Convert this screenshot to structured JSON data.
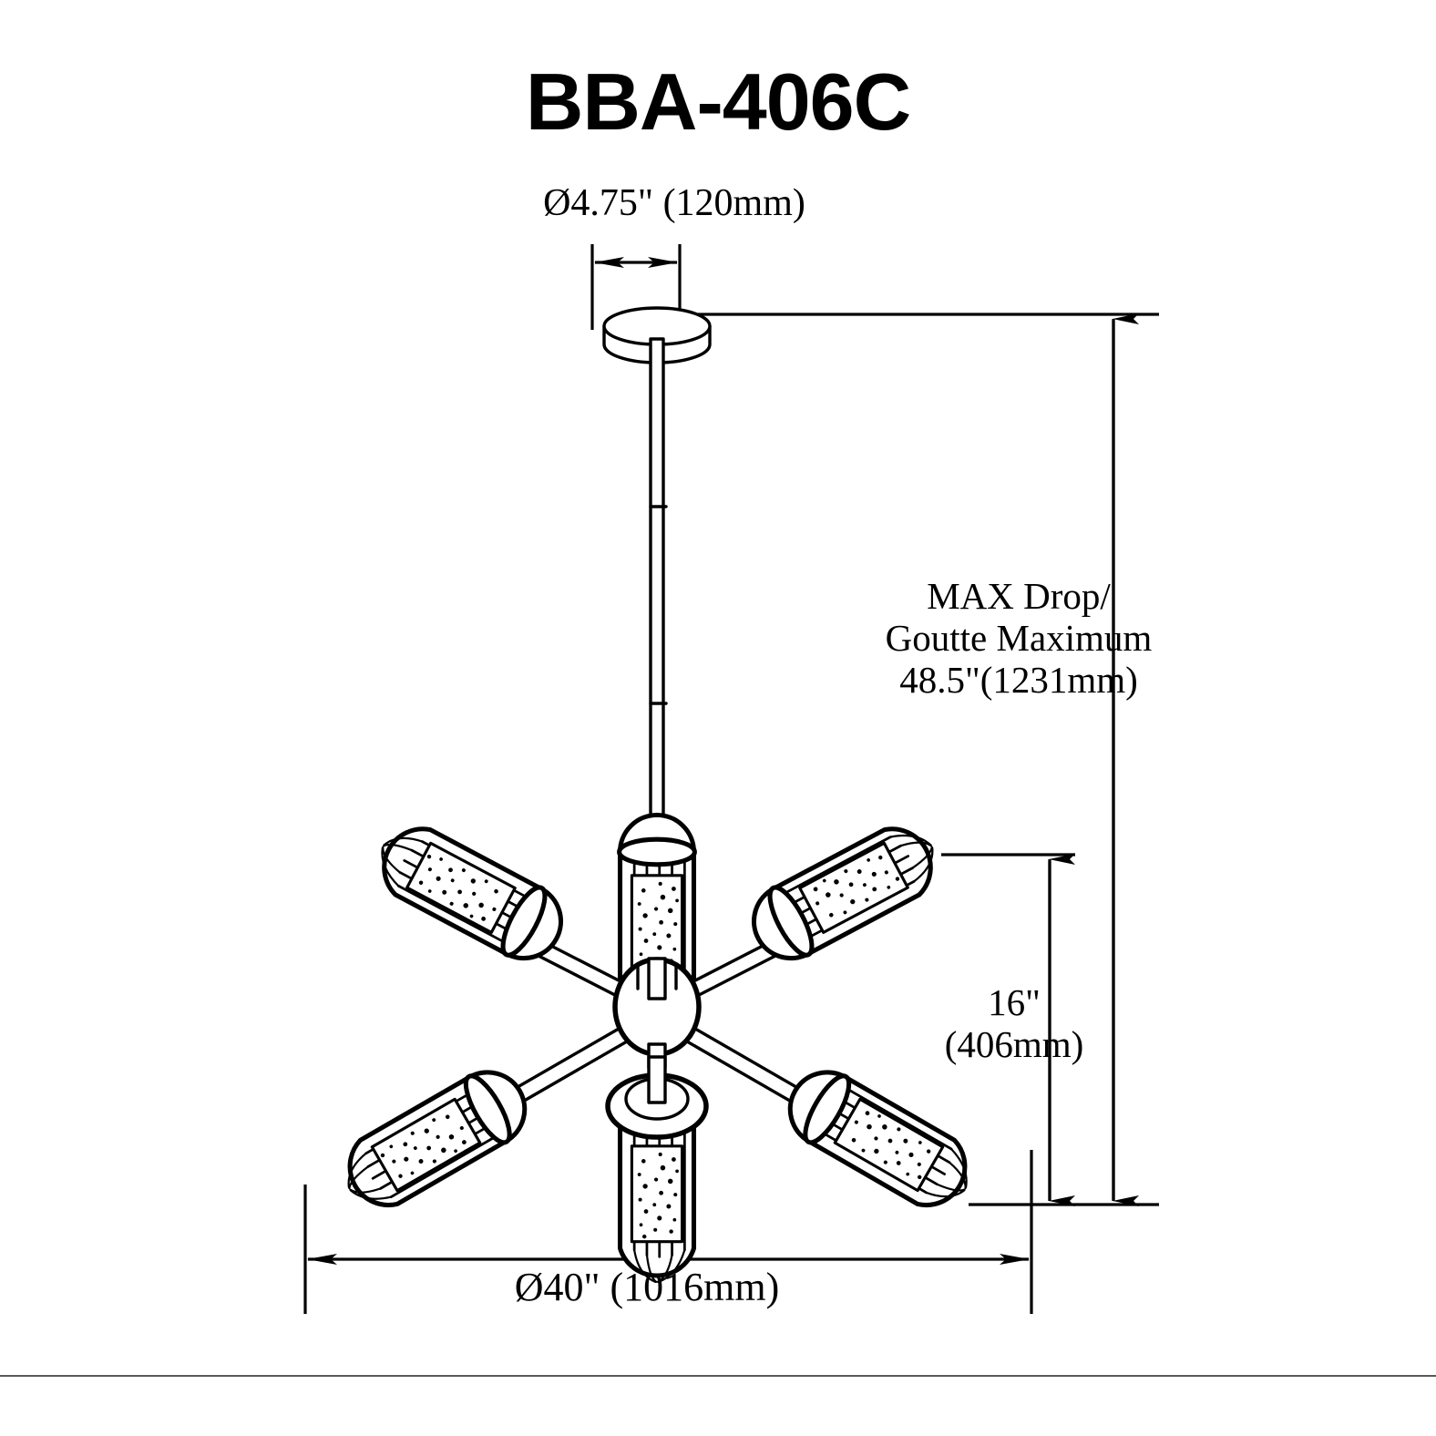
{
  "drawing": {
    "title": "BBA-406C",
    "type": "technical-dimension-drawing",
    "subject": "6-light sputnik chandelier with ribbed cylindrical glass shades",
    "dimensions": {
      "canopy_diameter": "Ø4.75\" (120mm)",
      "max_drop_line1": "MAX Drop/",
      "max_drop_line2": "Goutte Maximum",
      "max_drop_line3": "48.5\"(1231mm)",
      "fixture_height_line1": "16\"",
      "fixture_height_line2": "(406mm)",
      "overall_diameter": "Ø40\" (1016mm)"
    },
    "colors": {
      "ink": "#000000",
      "background": "#ffffff",
      "footer_rule": "#595959"
    }
  }
}
